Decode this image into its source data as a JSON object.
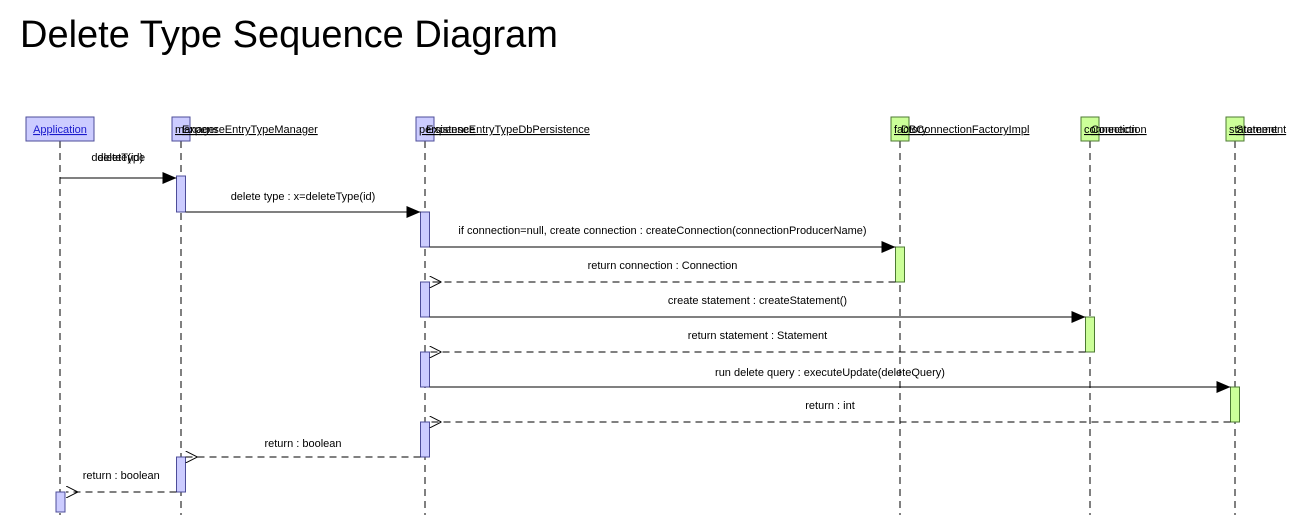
{
  "title": "Delete Type Sequence Diagram",
  "colors": {
    "blue_fill": "#ccccff",
    "blue_stroke": "#4d4d99",
    "green_fill": "#ccff99",
    "green_stroke": "#4d7a33",
    "line": "#000000"
  },
  "participants": [
    {
      "label": "Application",
      "head": "blue"
    },
    {
      "label": "manager",
      "type_label": "ExpenseEntryTypeManager",
      "head": "blue"
    },
    {
      "label": "persistence",
      "type_label": "ExpenseEntryTypeDbPersistence",
      "head": "blue"
    },
    {
      "label": "factory",
      "type_label": "DBConnectionFactoryImpl",
      "head": "green"
    },
    {
      "label": "connection",
      "type_label": "Connection",
      "head": "green"
    },
    {
      "label": "statement",
      "type_label": "Statement",
      "head": "green"
    }
  ],
  "messages": [
    {
      "from": 0,
      "to": 1,
      "kind": "call",
      "label": "deleteType",
      "label2": "delete(id)"
    },
    {
      "from": 1,
      "to": 2,
      "kind": "call",
      "label": "delete type : x=deleteType(id)"
    },
    {
      "from": 2,
      "to": 3,
      "kind": "call",
      "label": "if connection=null, create connection : createConnection(connectionProducerName)"
    },
    {
      "from": 3,
      "to": 2,
      "kind": "return",
      "label": "return connection : Connection"
    },
    {
      "from": 2,
      "to": 4,
      "kind": "call",
      "label": "create statement : createStatement()"
    },
    {
      "from": 4,
      "to": 2,
      "kind": "return",
      "label": "return statement : Statement"
    },
    {
      "from": 2,
      "to": 5,
      "kind": "call",
      "label": "run delete query : executeUpdate(deleteQuery)"
    },
    {
      "from": 5,
      "to": 2,
      "kind": "return",
      "label": "return : int"
    },
    {
      "from": 2,
      "to": 1,
      "kind": "return",
      "label": "return : boolean"
    },
    {
      "from": 1,
      "to": 0,
      "kind": "return",
      "label": "return : boolean"
    }
  ]
}
